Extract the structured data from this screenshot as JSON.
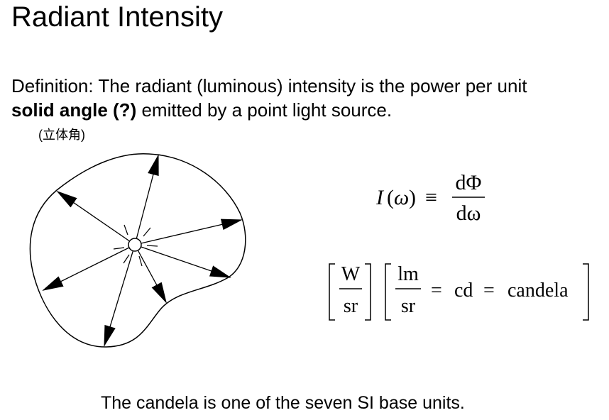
{
  "title": "Radiant Intensity",
  "definition": {
    "line1": "Definition: The radiant (luminous) intensity is the power per unit",
    "line2_bold": "solid angle (?)",
    "line2_rest": " emitted by a point light source."
  },
  "chinese_note": "(立体角)",
  "formula1": {
    "lhs_symbol": "I",
    "lhs_arg_open": "(",
    "lhs_arg": "ω",
    "lhs_arg_close": ")",
    "relation": "≡",
    "numerator": "dΦ",
    "denominator": "dω"
  },
  "formula2": {
    "frac1_num": "W",
    "frac1_den": "sr",
    "frac2_num": "lm",
    "frac2_den": "sr",
    "eq1": "=",
    "unit_abbrev": "cd",
    "eq2": "=",
    "unit_name": "candela"
  },
  "footer": "The candela is one of the seven SI base units."
}
